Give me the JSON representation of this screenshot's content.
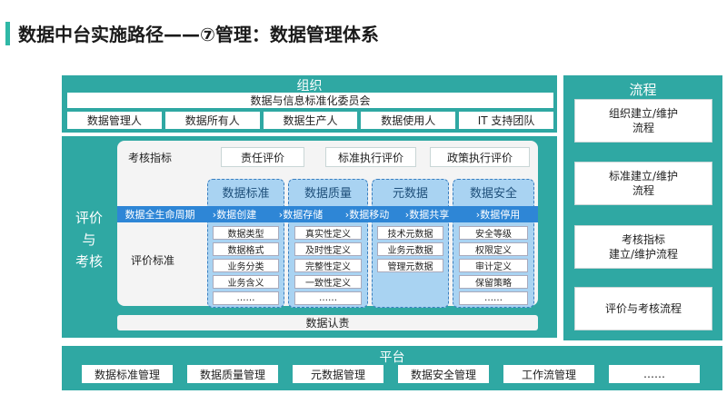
{
  "title": "数据中台实施路径——⑦管理：数据管理体系",
  "org": {
    "header": "组织",
    "committee": "数据与信息标准化委员会",
    "roles": [
      "数据管理人",
      "数据所有人",
      "数据生产人",
      "数据使用人",
      "IT 支持团队"
    ]
  },
  "eval": {
    "side_label": "评价\n与\n考核",
    "kpi_label": "考核指标",
    "kpis": [
      "责任评价",
      "标准执行评价",
      "政策执行评价"
    ],
    "criteria_label": "评价标准",
    "lifecycle_label": "数据全生命周期",
    "lifecycle_steps": [
      "数据创建",
      "数据存储",
      "数据移动",
      "数据共享",
      "数据停用"
    ],
    "columns": [
      {
        "title": "数据标准",
        "items": [
          "数据类型",
          "数据格式",
          "业务分类",
          "业务含义",
          "……"
        ]
      },
      {
        "title": "数据质量",
        "items": [
          "真实性定义",
          "及时性定义",
          "完整性定义",
          "一致性定义",
          "……"
        ]
      },
      {
        "title": "元数据",
        "items": [
          "技术元数据",
          "业务元数据",
          "管理元数据"
        ]
      },
      {
        "title": "数据安全",
        "items": [
          "安全等级",
          "权限定义",
          "审计定义",
          "保留策略",
          "……"
        ]
      }
    ],
    "accountability": "数据认责"
  },
  "platform": {
    "header": "平台",
    "items": [
      "数据标准管理",
      "数据质量管理",
      "元数据管理",
      "数据安全管理",
      "工作流管理",
      "……"
    ]
  },
  "process": {
    "header": "流程",
    "items": [
      "组织建立/维护\n流程",
      "标准建立/维护\n流程",
      "考核指标\n建立/维护流程",
      "评价与考核流程"
    ]
  },
  "colors": {
    "teal": "#2fa8a3",
    "accent_bar": "#2fb8a6",
    "lifecycle_blue": "#2e86d6",
    "column_blue": "#a9d3f2"
  }
}
